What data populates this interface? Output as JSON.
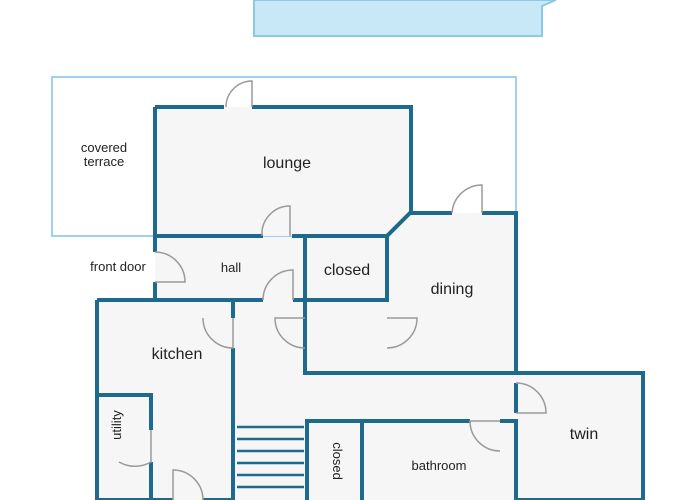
{
  "colors": {
    "wall": "#1d6a8c",
    "floor": "#f6f6f7",
    "door": "#9a9a9a",
    "pool_fill": "#c9e8f7",
    "pool_stroke": "#8cc9e6",
    "terrace_stroke": "#9fd2ea",
    "text": "#222222"
  },
  "labels": {
    "covered_terrace_line1": "covered",
    "covered_terrace_line2": "terrace",
    "lounge": "lounge",
    "front_door": "front door",
    "hall": "hall",
    "closed_upper": "closed",
    "dining": "dining",
    "kitchen": "kitchen",
    "utility": "utility",
    "closed_lower": "closed",
    "bathroom": "bathroom",
    "twin": "twin"
  }
}
